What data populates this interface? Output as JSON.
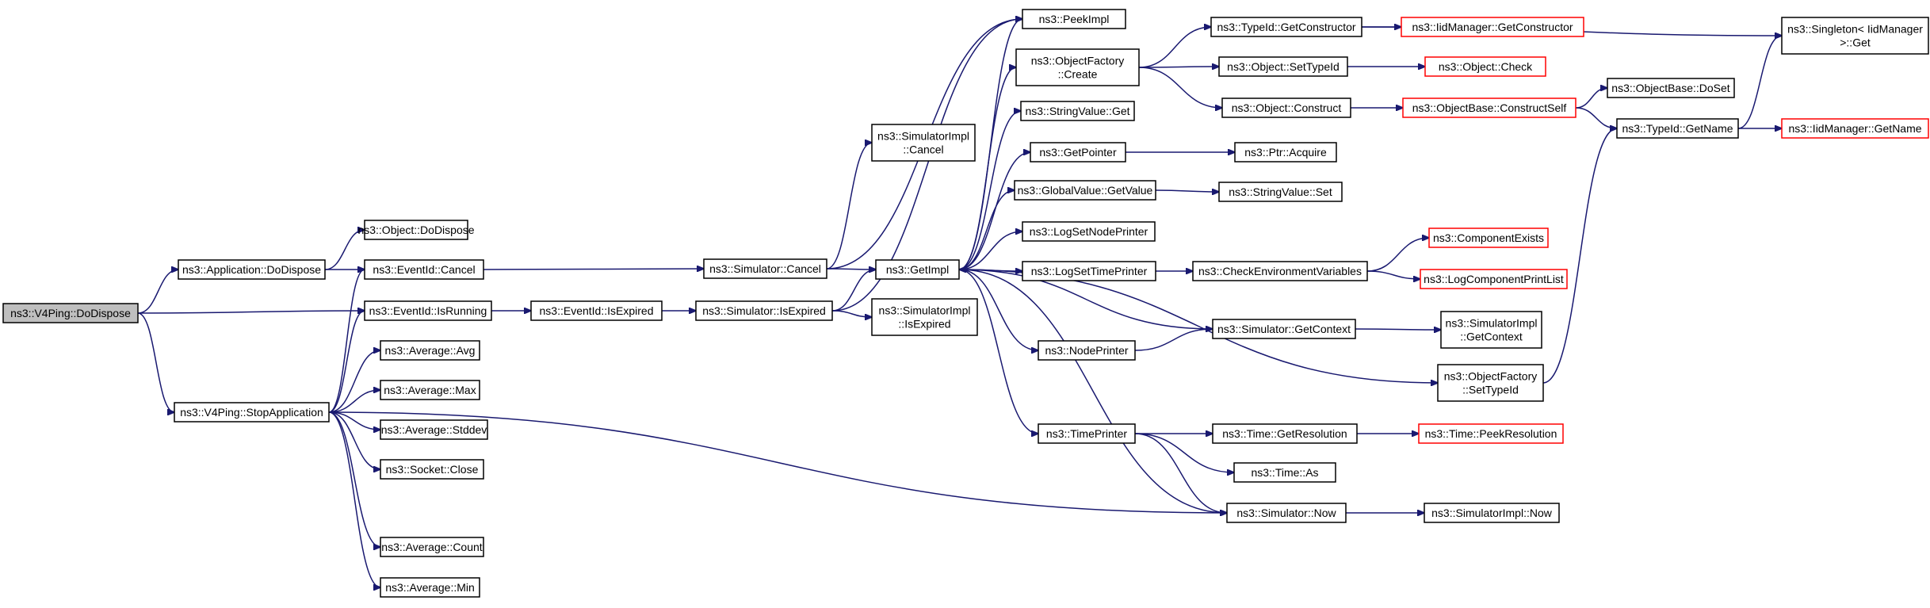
{
  "graph": {
    "colors": {
      "edge": "#191970",
      "root_fill": "#bfbfbf",
      "missing_border": "#ff0000",
      "node_border": "#000000"
    },
    "nodes": [
      {
        "id": "root",
        "lines": [
          "ns3::V4Ping::DoDispose"
        ]
      },
      {
        "id": "appDoDispose",
        "lines": [
          "ns3::Application::DoDispose"
        ]
      },
      {
        "id": "stopApp",
        "lines": [
          "ns3::V4Ping::StopApplication"
        ]
      },
      {
        "id": "objDoDispose",
        "lines": [
          "ns3::Object::DoDispose"
        ]
      },
      {
        "id": "eventCancel",
        "lines": [
          "ns3::EventId::Cancel"
        ]
      },
      {
        "id": "eventIsRunning",
        "lines": [
          "ns3::EventId::IsRunning"
        ]
      },
      {
        "id": "avgAvg",
        "lines": [
          "ns3::Average::Avg"
        ]
      },
      {
        "id": "avgMax",
        "lines": [
          "ns3::Average::Max"
        ]
      },
      {
        "id": "avgStddev",
        "lines": [
          "ns3::Average::Stddev"
        ]
      },
      {
        "id": "socketClose",
        "lines": [
          "ns3::Socket::Close"
        ]
      },
      {
        "id": "avgCount",
        "lines": [
          "ns3::Average::Count"
        ]
      },
      {
        "id": "avgMin",
        "lines": [
          "ns3::Average::Min"
        ]
      },
      {
        "id": "eventIsExpired",
        "lines": [
          "ns3::EventId::IsExpired"
        ]
      },
      {
        "id": "simCancel",
        "lines": [
          "ns3::Simulator::Cancel"
        ]
      },
      {
        "id": "simIsExpired",
        "lines": [
          "ns3::Simulator::IsExpired"
        ]
      },
      {
        "id": "simImplCancel",
        "lines": [
          "ns3::SimulatorImpl",
          "::Cancel"
        ]
      },
      {
        "id": "getImpl",
        "lines": [
          "ns3::GetImpl"
        ]
      },
      {
        "id": "simImplIsExpired",
        "lines": [
          "ns3::SimulatorImpl",
          "::IsExpired"
        ]
      },
      {
        "id": "peekImpl",
        "lines": [
          "ns3::PeekImpl"
        ]
      },
      {
        "id": "objFactoryCreate",
        "lines": [
          "ns3::ObjectFactory",
          "::Create"
        ]
      },
      {
        "id": "stringValueGet",
        "lines": [
          "ns3::StringValue::Get"
        ]
      },
      {
        "id": "getPointer",
        "lines": [
          "ns3::GetPointer"
        ]
      },
      {
        "id": "globalValueGetValue",
        "lines": [
          "ns3::GlobalValue::GetValue"
        ]
      },
      {
        "id": "logSetNodePrinter",
        "lines": [
          "ns3::LogSetNodePrinter"
        ]
      },
      {
        "id": "logSetTimePrinter",
        "lines": [
          "ns3::LogSetTimePrinter"
        ]
      },
      {
        "id": "nodePrinter",
        "lines": [
          "ns3::NodePrinter"
        ]
      },
      {
        "id": "timePrinter",
        "lines": [
          "ns3::TimePrinter"
        ]
      },
      {
        "id": "typeIdGetConstructor",
        "lines": [
          "ns3::TypeId::GetConstructor"
        ]
      },
      {
        "id": "objSetTypeId",
        "lines": [
          "ns3::Object::SetTypeId"
        ]
      },
      {
        "id": "objConstruct",
        "lines": [
          "ns3::Object::Construct"
        ]
      },
      {
        "id": "ptrAcquire",
        "lines": [
          "ns3::Ptr::Acquire"
        ]
      },
      {
        "id": "stringValueSet",
        "lines": [
          "ns3::StringValue::Set"
        ]
      },
      {
        "id": "checkEnvVars",
        "lines": [
          "ns3::CheckEnvironmentVariables"
        ]
      },
      {
        "id": "simGetContext",
        "lines": [
          "ns3::Simulator::GetContext"
        ]
      },
      {
        "id": "objFactorySetTypeId",
        "lines": [
          "ns3::ObjectFactory",
          "::SetTypeId"
        ]
      },
      {
        "id": "timeGetResolution",
        "lines": [
          "ns3::Time::GetResolution"
        ]
      },
      {
        "id": "timeAs",
        "lines": [
          "ns3::Time::As"
        ]
      },
      {
        "id": "simNow",
        "lines": [
          "ns3::Simulator::Now"
        ]
      },
      {
        "id": "iidGetConstructor",
        "lines": [
          "ns3::IidManager::GetConstructor"
        ],
        "missing": true
      },
      {
        "id": "objCheck",
        "lines": [
          "ns3::Object::Check"
        ],
        "missing": true
      },
      {
        "id": "objBaseConstructSelf",
        "lines": [
          "ns3::ObjectBase::ConstructSelf"
        ],
        "missing": true
      },
      {
        "id": "componentExists",
        "lines": [
          "ns3::ComponentExists"
        ],
        "missing": true
      },
      {
        "id": "logComponentPrintList",
        "lines": [
          "ns3::LogComponentPrintList"
        ],
        "missing": true
      },
      {
        "id": "simImplGetContext",
        "lines": [
          "ns3::SimulatorImpl",
          "::GetContext"
        ]
      },
      {
        "id": "timePeekResolution",
        "lines": [
          "ns3::Time::PeekResolution"
        ],
        "missing": true
      },
      {
        "id": "simImplNow",
        "lines": [
          "ns3::SimulatorImpl::Now"
        ]
      },
      {
        "id": "objBaseDoSet",
        "lines": [
          "ns3::ObjectBase::DoSet"
        ]
      },
      {
        "id": "typeIdGetName",
        "lines": [
          "ns3::TypeId::GetName"
        ]
      },
      {
        "id": "singletonGet",
        "lines": [
          "ns3::Singleton< IidManager",
          " >::Get"
        ]
      },
      {
        "id": "iidGetName",
        "lines": [
          "ns3::IidManager::GetName"
        ],
        "missing": true
      }
    ],
    "edges": [
      [
        "root",
        "appDoDispose"
      ],
      [
        "root",
        "eventIsRunning"
      ],
      [
        "root",
        "stopApp"
      ],
      [
        "appDoDispose",
        "objDoDispose"
      ],
      [
        "appDoDispose",
        "eventCancel"
      ],
      [
        "stopApp",
        "eventCancel"
      ],
      [
        "stopApp",
        "eventIsRunning"
      ],
      [
        "stopApp",
        "avgAvg"
      ],
      [
        "stopApp",
        "avgMax"
      ],
      [
        "stopApp",
        "avgStddev"
      ],
      [
        "stopApp",
        "socketClose"
      ],
      [
        "stopApp",
        "avgCount"
      ],
      [
        "stopApp",
        "avgMin"
      ],
      [
        "stopApp",
        "simNow"
      ],
      [
        "eventCancel",
        "simCancel"
      ],
      [
        "eventIsRunning",
        "eventIsExpired"
      ],
      [
        "eventIsExpired",
        "simIsExpired"
      ],
      [
        "simCancel",
        "simImplCancel"
      ],
      [
        "simCancel",
        "getImpl"
      ],
      [
        "simCancel",
        "peekImpl"
      ],
      [
        "simIsExpired",
        "getImpl"
      ],
      [
        "simIsExpired",
        "simImplIsExpired"
      ],
      [
        "simIsExpired",
        "peekImpl"
      ],
      [
        "getImpl",
        "peekImpl"
      ],
      [
        "getImpl",
        "objFactoryCreate"
      ],
      [
        "getImpl",
        "stringValueGet"
      ],
      [
        "getImpl",
        "getPointer"
      ],
      [
        "getImpl",
        "globalValueGetValue"
      ],
      [
        "getImpl",
        "logSetNodePrinter"
      ],
      [
        "getImpl",
        "logSetTimePrinter"
      ],
      [
        "getImpl",
        "nodePrinter"
      ],
      [
        "getImpl",
        "timePrinter"
      ],
      [
        "getImpl",
        "objFactorySetTypeId"
      ],
      [
        "getImpl",
        "simNow"
      ],
      [
        "objFactoryCreate",
        "typeIdGetConstructor"
      ],
      [
        "objFactoryCreate",
        "objSetTypeId"
      ],
      [
        "objFactoryCreate",
        "objConstruct"
      ],
      [
        "getPointer",
        "ptrAcquire"
      ],
      [
        "globalValueGetValue",
        "stringValueSet"
      ],
      [
        "logSetTimePrinter",
        "checkEnvVars"
      ],
      [
        "nodePrinter",
        "simGetContext"
      ],
      [
        "timePrinter",
        "timeGetResolution"
      ],
      [
        "timePrinter",
        "timeAs"
      ],
      [
        "timePrinter",
        "simNow"
      ],
      [
        "typeIdGetConstructor",
        "iidGetConstructor"
      ],
      [
        "typeIdGetConstructor",
        "singletonGet"
      ],
      [
        "objSetTypeId",
        "objCheck"
      ],
      [
        "objConstruct",
        "objBaseConstructSelf"
      ],
      [
        "checkEnvVars",
        "componentExists"
      ],
      [
        "checkEnvVars",
        "logComponentPrintList"
      ],
      [
        "simGetContext",
        "getImpl"
      ],
      [
        "simGetContext",
        "simImplGetContext"
      ],
      [
        "objFactorySetTypeId",
        "typeIdGetName"
      ],
      [
        "timeGetResolution",
        "timePeekResolution"
      ],
      [
        "simNow",
        "simImplNow"
      ],
      [
        "objBaseConstructSelf",
        "objBaseDoSet"
      ],
      [
        "objBaseConstructSelf",
        "typeIdGetName"
      ],
      [
        "typeIdGetName",
        "iidGetName"
      ],
      [
        "typeIdGetName",
        "singletonGet"
      ]
    ]
  }
}
